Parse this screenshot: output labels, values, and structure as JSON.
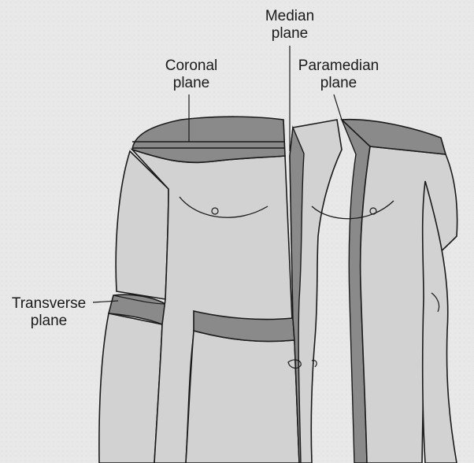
{
  "figure": {
    "labels": {
      "median": {
        "line1": "Median",
        "line2": "plane"
      },
      "coronal": {
        "line1": "Coronal",
        "line2": "plane"
      },
      "paramedian": {
        "line1": "Paramedian",
        "line2": "plane"
      },
      "transverse": {
        "line1": "Transverse",
        "line2": "plane"
      }
    },
    "colors": {
      "background": "#e8e8e8",
      "skin": "#d2d2d2",
      "plane_cut": "#8a8a8a",
      "outline": "#1a1a1a"
    }
  }
}
